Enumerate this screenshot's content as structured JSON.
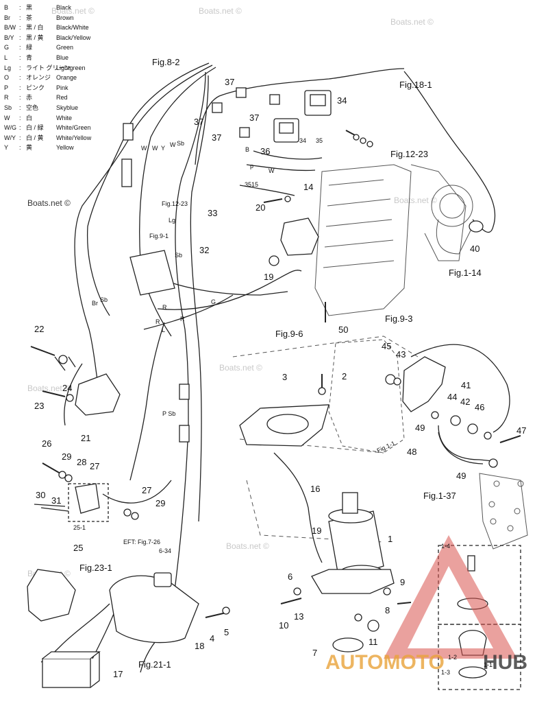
{
  "legend": [
    {
      "code": "B",
      "jp": "黒",
      "en": "Black"
    },
    {
      "code": "Br",
      "jp": "茶",
      "en": "Brown"
    },
    {
      "code": "B/W",
      "jp": "黒 / 白",
      "en": "Black/White"
    },
    {
      "code": "B/Y",
      "jp": "黒 / 黄",
      "en": "Black/Yellow"
    },
    {
      "code": "G",
      "jp": "緑",
      "en": "Green"
    },
    {
      "code": "L",
      "jp": "青",
      "en": "Blue"
    },
    {
      "code": "Lg",
      "jp": "ライト グリーン",
      "en": "Lightgreen"
    },
    {
      "code": "O",
      "jp": "オレンジ",
      "en": "Orange"
    },
    {
      "code": "P",
      "jp": "ピンク",
      "en": "Pink"
    },
    {
      "code": "R",
      "jp": "赤",
      "en": "Red"
    },
    {
      "code": "Sb",
      "jp": "空色",
      "en": "Skyblue"
    },
    {
      "code": "W",
      "jp": "白",
      "en": "White"
    },
    {
      "code": "W/G",
      "jp": "白 / 緑",
      "en": "White/Green"
    },
    {
      "code": "W/Y",
      "jp": "白 / 黄",
      "en": "White/Yellow"
    },
    {
      "code": "Y",
      "jp": "黄",
      "en": "Yellow"
    }
  ],
  "legend_sep": ":",
  "watermarks": {
    "boats": "Boats.net ©"
  },
  "fig_refs": {
    "fig8_2": "Fig.8-2",
    "fig18_1": "Fig.18-1",
    "fig12_23": "Fig.12-23",
    "fig12_23_small": "Fig.12-23",
    "fig9_1": "Fig.9-1",
    "fig1_14": "Fig.1-14",
    "fig9_3": "Fig.9-3",
    "fig9_6": "Fig.9-6",
    "fig1_1": "Fig.1-1",
    "fig1_37": "Fig.1-37",
    "fig23_1": "Fig.23-1",
    "fig21_1": "Fig.21-1",
    "eft": "EFT: Fig.7-26",
    "eft2": "6-34"
  },
  "part_labels": {
    "p1": "1",
    "p2": "2",
    "p3": "3",
    "p4": "4",
    "p5": "5",
    "p6": "6",
    "p7": "7",
    "p8": "8",
    "p9": "9",
    "p10": "10",
    "p11": "11",
    "p13": "13",
    "p14": "14",
    "p16": "16",
    "p17": "17",
    "p18": "18",
    "p19a": "19",
    "p19b": "19",
    "p20": "20",
    "p21": "21",
    "p22": "22",
    "p23": "23",
    "p24": "24",
    "p25": "25",
    "p25_1": "25-1",
    "p26": "26",
    "p27a": "27",
    "p27b": "27",
    "p28": "28",
    "p29a": "29",
    "p29b": "29",
    "p30": "30",
    "p31": "31",
    "p32": "32",
    "p33": "33",
    "p34a": "34",
    "p34b": "34",
    "p35": "35",
    "p3515": "3515",
    "p36": "36",
    "p37a": "37",
    "p37b": "37",
    "p37c": "37",
    "p37d": "37",
    "p40": "40",
    "p41": "41",
    "p42": "42",
    "p43": "43",
    "p44": "44",
    "p45": "45",
    "p46": "46",
    "p47": "47",
    "p48": "48",
    "p49a": "49",
    "p49b": "49",
    "p50": "50",
    "p1_1": "1-1",
    "p1_2": "1-2",
    "p1_3": "1-3",
    "p1_4": "1-4"
  },
  "wire_labels": {
    "w1": "W",
    "w2": "W",
    "w3": "Y",
    "w4": "W",
    "w5": "Sb",
    "lg": "Lg",
    "sb": "Sb",
    "br": "Br",
    "sb2": "Sb",
    "r1": "R",
    "r2": "R",
    "r3": "R",
    "l1": "L",
    "g1": "G",
    "psb": "P Sb",
    "p": "p",
    "w6": "W",
    "b1": "B"
  },
  "brand": {
    "text": "AUTOMOTO",
    "hub": "HUB",
    "color": "#d9534f"
  }
}
